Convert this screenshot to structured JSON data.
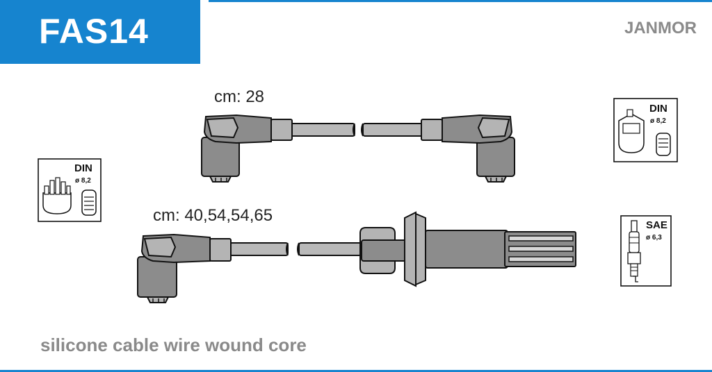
{
  "header": {
    "code": "FAS14",
    "brand": "JANMOR"
  },
  "cables": {
    "top_label": "cm: 28",
    "bottom_label": "cm: 40,54,54,65"
  },
  "badges": {
    "left_din": {
      "standard": "DIN",
      "diameter": "ø 8,2"
    },
    "right_din": {
      "standard": "DIN",
      "diameter": "ø 8,2"
    },
    "right_sae": {
      "standard": "SAE",
      "diameter": "ø 6,3"
    }
  },
  "footer": {
    "caption": "silicone cable wire wound core"
  },
  "colors": {
    "brand_blue": "#1684cf",
    "text_gray": "#8a8a8a"
  }
}
